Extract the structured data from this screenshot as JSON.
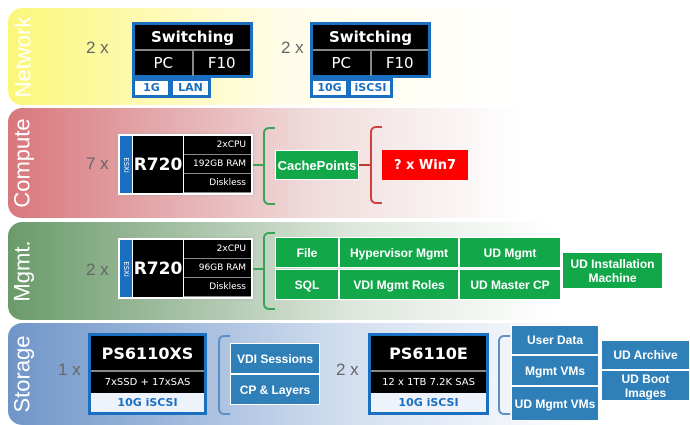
{
  "sections": {
    "network": "Network",
    "compute": "Compute",
    "mgmt": "Mgmt.",
    "storage": "Storage"
  },
  "network": {
    "switch1": {
      "count": "2 x",
      "title": "Switching",
      "left": "PC",
      "right": "F10",
      "tags": [
        "1G",
        "LAN"
      ]
    },
    "switch2": {
      "count": "2 x",
      "title": "Switching",
      "left": "PC",
      "right": "F10",
      "tags": [
        "10G",
        "iSCSI"
      ]
    }
  },
  "compute": {
    "count": "7 x",
    "hypervisor": "ESXi",
    "model": "R720",
    "specs": [
      "2xCPU",
      "192GB RAM",
      "Diskless"
    ],
    "role": "CachePoints",
    "workload": "? x Win7"
  },
  "mgmt": {
    "count": "2 x",
    "hypervisor": "ESXi",
    "model": "R720",
    "specs": [
      "2xCPU",
      "96GB RAM",
      "Diskless"
    ],
    "roles": [
      "File",
      "Hypervisor Mgmt",
      "UD Mgmt",
      "SQL",
      "VDI Mgmt Roles",
      "UD Master CP"
    ],
    "extra": "UD Installation Machine"
  },
  "storage": {
    "array1": {
      "count": "1 x",
      "model": "PS6110XS",
      "disks": "7xSSD + 17xSAS",
      "net": "10G iSCSI",
      "volumes": [
        "VDI Sessions",
        "CP & Layers"
      ]
    },
    "array2": {
      "count": "2 x",
      "model": "PS6110E",
      "disks": "12 x 1TB 7.2K SAS",
      "net": "10G iSCSI",
      "volumes": [
        "User Data",
        "Mgmt VMs",
        "UD Mgmt VMs"
      ],
      "extra": [
        "UD Archive",
        "UD Boot Images"
      ]
    }
  },
  "colors": {
    "blue": "#1a6fc0",
    "green": "#12a84a",
    "red": "#ff0000",
    "storageBlue": "#2f7fb8"
  }
}
